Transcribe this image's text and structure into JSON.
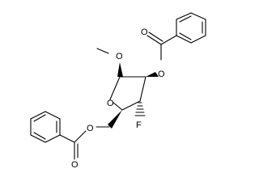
{
  "molecule": {
    "atoms": {
      "methoxy_methyl": "",
      "methoxy_oxygen": "O",
      "ring_oxygen": "O",
      "c2_ester_oxygen": "O",
      "c2_carbonyl_oxygen": "O",
      "fluorine": "F",
      "c5_ester_oxygen": "O",
      "c5_carbonyl_oxygen": "O"
    },
    "rings": [
      "furanose",
      "benzene",
      "benzene"
    ],
    "stereo": {
      "c1_to_methoxy": "bold-wedge",
      "c2_to_ester_oxygen": "bold-wedge",
      "c3_to_fluorine": "hashed",
      "c4_to_c5": "bold-wedge",
      "c2_to_c3_front_edge": "bold"
    }
  }
}
